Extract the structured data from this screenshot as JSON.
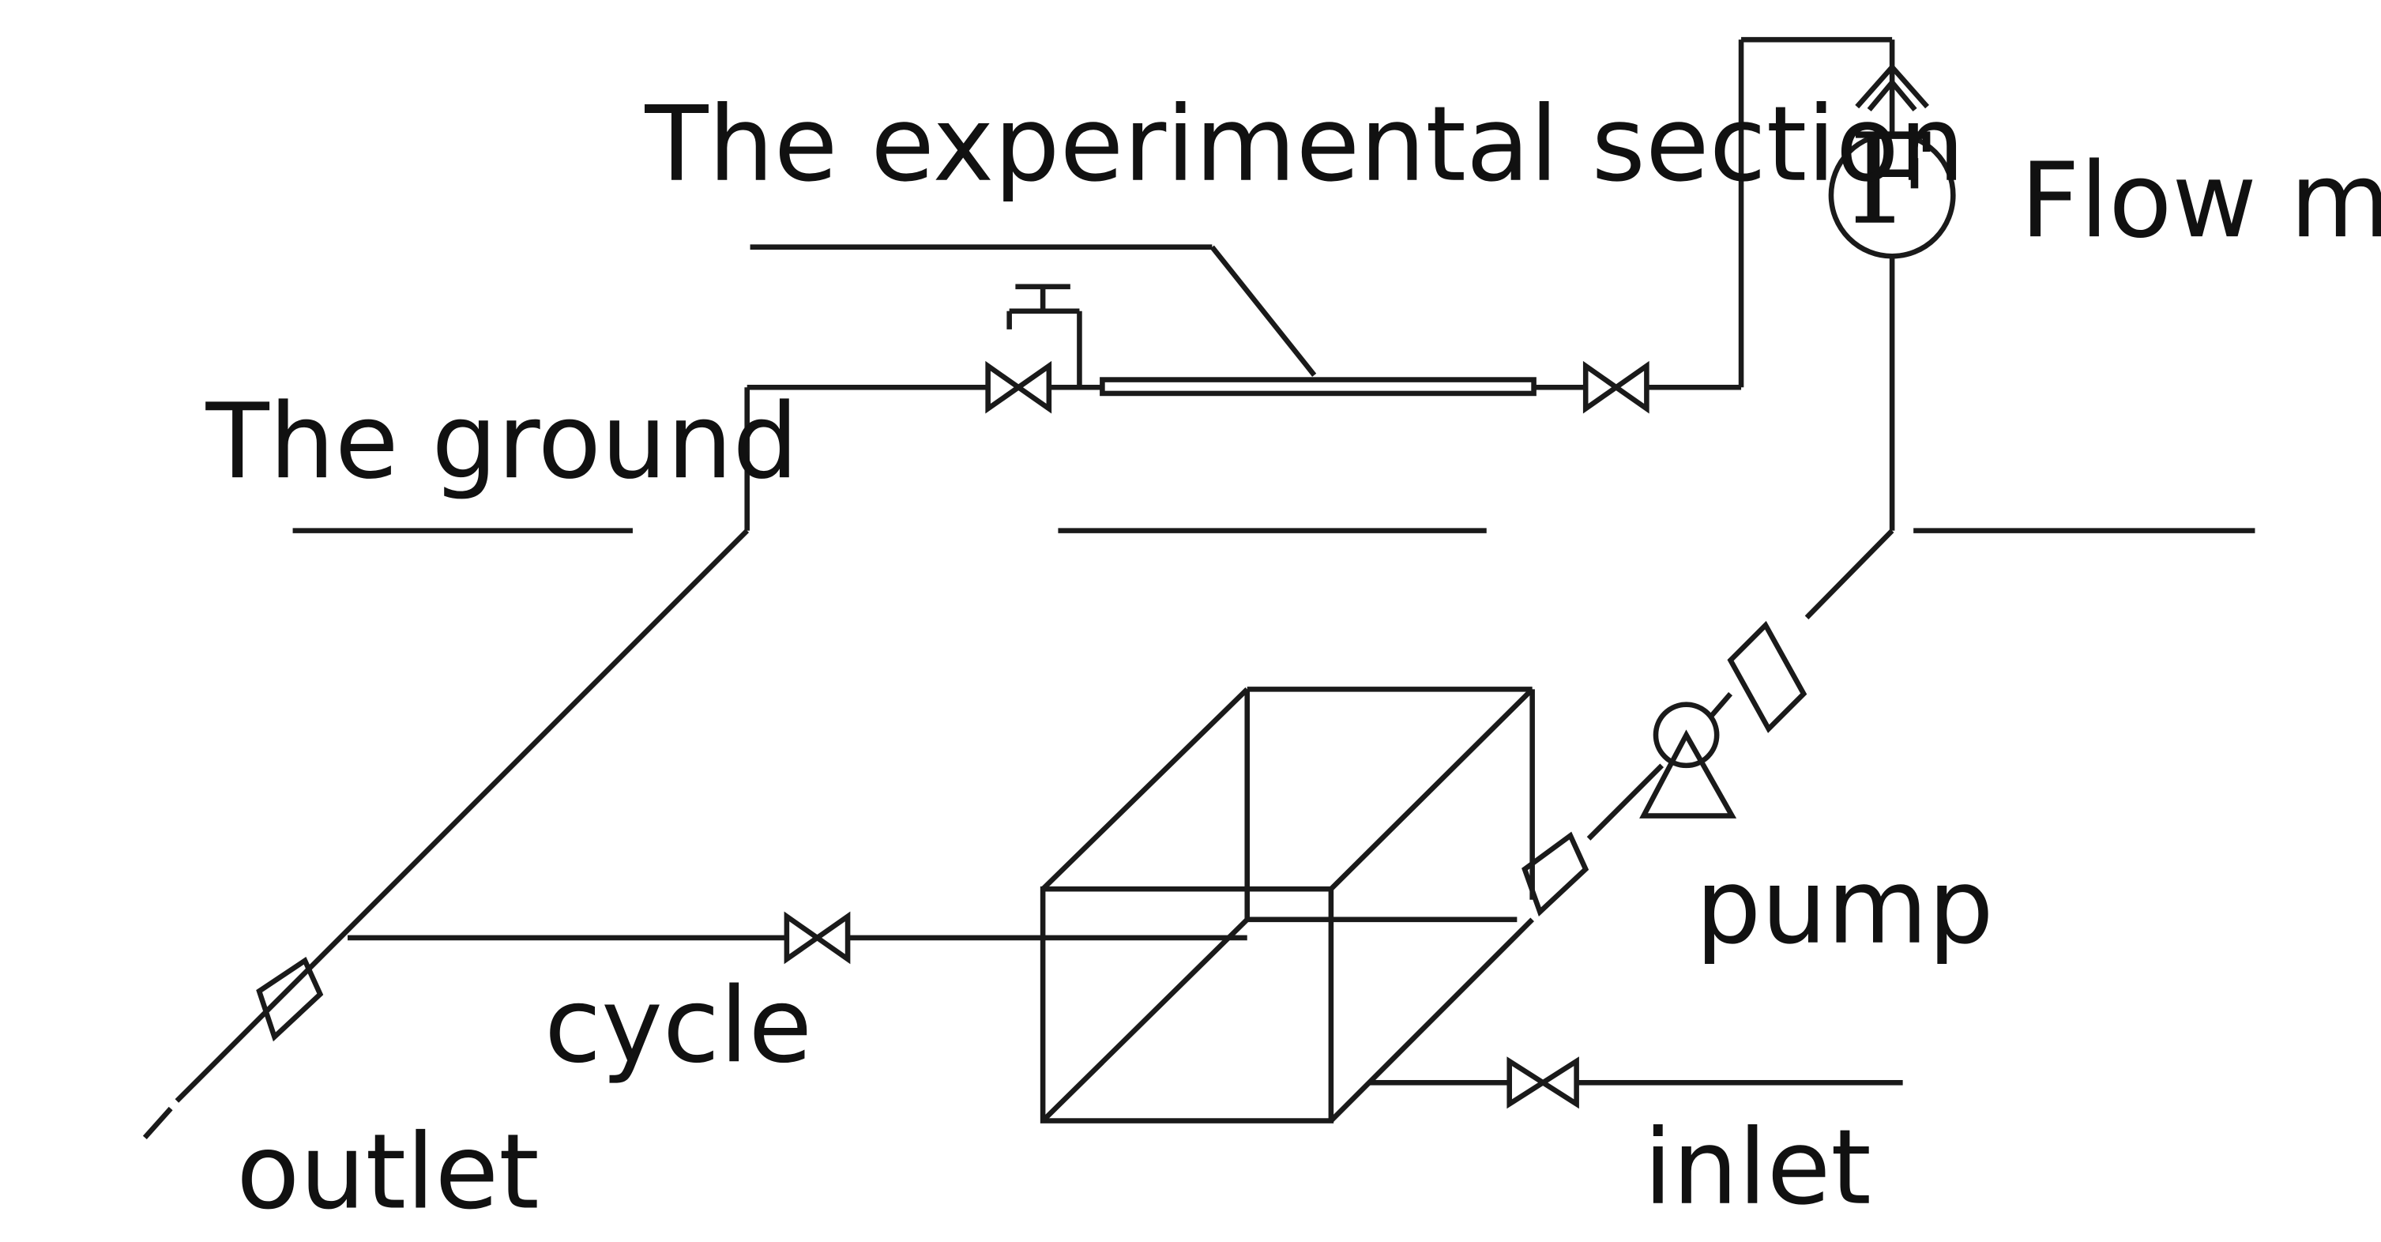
{
  "labels": {
    "experimental_section": "The experimental section",
    "flow_meter": "Flow meter",
    "flow_meter_symbol": "F",
    "ground": "The ground",
    "pump": "pump",
    "cycle": "cycle",
    "outlet": "outlet",
    "inlet": "inlet"
  }
}
